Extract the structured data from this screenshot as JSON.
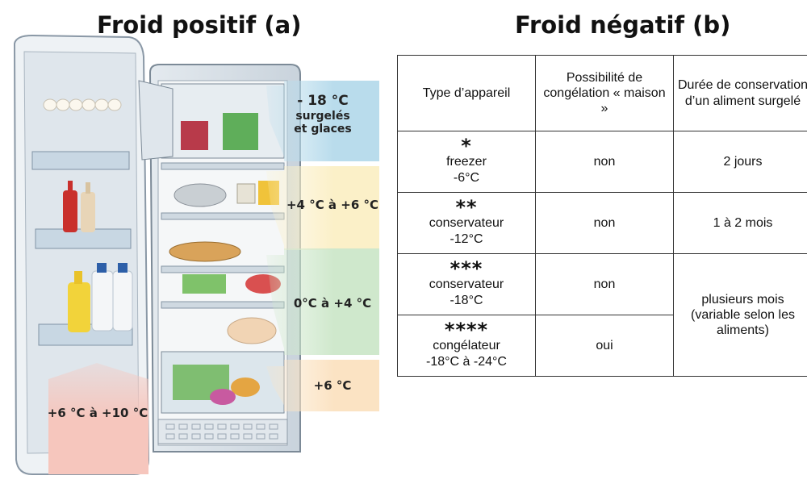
{
  "titles": {
    "left": "Froid positif (a)",
    "right": "Froid négatif (b)"
  },
  "fridge": {
    "zones": {
      "freezer_temp": "- 18 °C",
      "freezer_line1": "surgelés",
      "freezer_line2": "et glaces",
      "upper": "+4 °C à +6 °C",
      "middle": "0°C à +4 °C",
      "lower": "+6 °C",
      "door": "+6 °C à +10 °C"
    },
    "colors": {
      "freezer_zone": "#b9dcec",
      "upper_zone": "#fbf0c8",
      "middle_zone": "#cfe8cc",
      "lower_zone": "#fbe3c3",
      "door_zone": "#f6c6bd"
    }
  },
  "table": {
    "headers": [
      "Type d’appareil",
      "Possibilité de congélation « maison »",
      "Durée de conservation d’un aliment surgelé"
    ],
    "rows": [
      {
        "stars": "*",
        "name": "freezer",
        "temp": "-6°C",
        "homemade": "non",
        "duration": "2 jours"
      },
      {
        "stars": "**",
        "name": "conservateur",
        "temp": "-12°C",
        "homemade": "non",
        "duration": "1 à 2 mois"
      },
      {
        "stars": "***",
        "name": "conservateur",
        "temp": "-18°C",
        "homemade": "non",
        "duration": "plusieurs mois (variable selon les aliments)"
      },
      {
        "stars": "****",
        "name": "congélateur",
        "temp": "-18°C à -24°C",
        "homemade": "oui"
      }
    ]
  }
}
